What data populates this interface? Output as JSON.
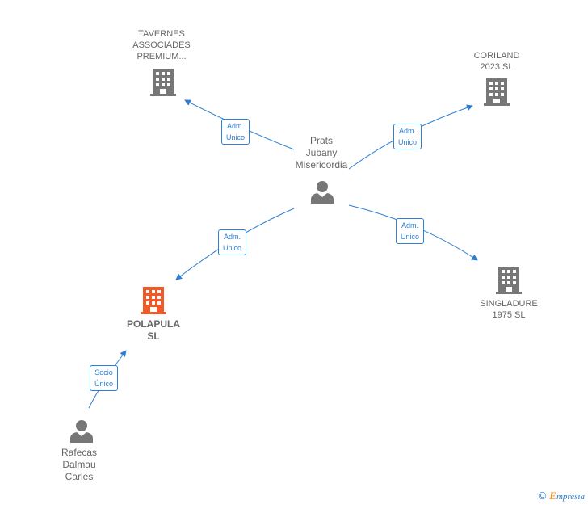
{
  "diagram": {
    "center_person": {
      "lines": [
        "Prats",
        "Jubany",
        "Misericordia"
      ]
    },
    "companies": {
      "tavernes": {
        "lines": [
          "TAVERNES",
          "ASSOCIADES",
          "PREMIUM..."
        ]
      },
      "coriland": {
        "lines": [
          "CORILAND",
          "2023  SL"
        ]
      },
      "singladure": {
        "lines": [
          "SINGLADURE",
          "1975  SL"
        ]
      },
      "polapula": {
        "lines": [
          "POLAPULA",
          "SL"
        ],
        "highlight": true
      }
    },
    "other_person": {
      "lines": [
        "Rafecas",
        "Dalmau",
        "Carles"
      ]
    },
    "edges": {
      "to_tavernes": {
        "lines": [
          "Adm.",
          "Unico"
        ]
      },
      "to_coriland": {
        "lines": [
          "Adm.",
          "Unico"
        ]
      },
      "to_singladure": {
        "lines": [
          "Adm.",
          "Unico"
        ]
      },
      "to_polapula": {
        "lines": [
          "Adm.",
          "Unico"
        ]
      },
      "rafecas_to_polapula": {
        "lines": [
          "Socio",
          "Único"
        ]
      }
    },
    "colors": {
      "edge": "#2e7fd3",
      "building": "#777777",
      "building_highlight": "#f05a28",
      "person": "#777777"
    }
  },
  "footer": {
    "copyright_symbol": "©",
    "brand_initial": "E",
    "brand_rest": "mpresia"
  }
}
